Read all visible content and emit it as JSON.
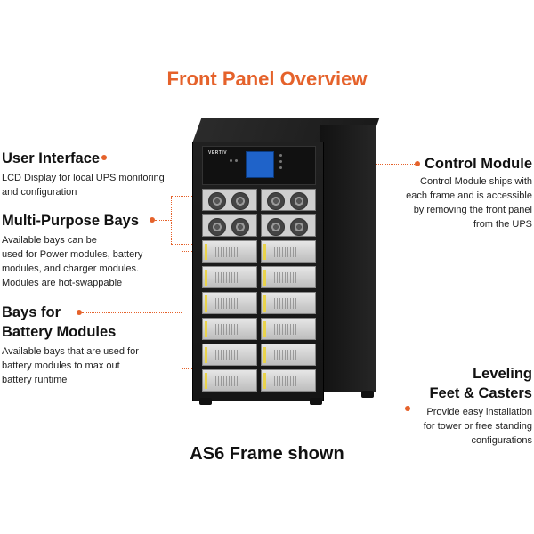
{
  "title": "Front Panel Overview",
  "caption": "AS6 Frame shown",
  "callouts": {
    "user_interface": {
      "heading": "User Interface",
      "lines": [
        "LCD Display for local UPS monitoring",
        "and configuration"
      ]
    },
    "multi_purpose_bays": {
      "heading": "Multi-Purpose Bays",
      "lines": [
        "Available bays can be",
        "used for Power modules, battery",
        "modules, and charger modules.",
        "Modules are hot-swappable"
      ]
    },
    "battery_bays": {
      "heading_line1": "Bays for",
      "heading_line2": "Battery Modules",
      "lines": [
        "Available bays that are used for",
        "battery modules to max out",
        "battery runtime"
      ]
    },
    "control_module": {
      "heading": "Control Module",
      "lines": [
        "Control Module ships with",
        "each frame and is accessible",
        "by removing the front panel",
        "from the UPS"
      ]
    },
    "leveling": {
      "heading_line1": "Leveling",
      "heading_line2": "Feet & Casters",
      "lines": [
        "Provide easy installation",
        "for tower or free standing",
        "configurations"
      ]
    }
  },
  "device": {
    "brand_label": "VERTIV"
  },
  "colors": {
    "accent": "#e5622b",
    "lcd": "#1f63c9"
  }
}
